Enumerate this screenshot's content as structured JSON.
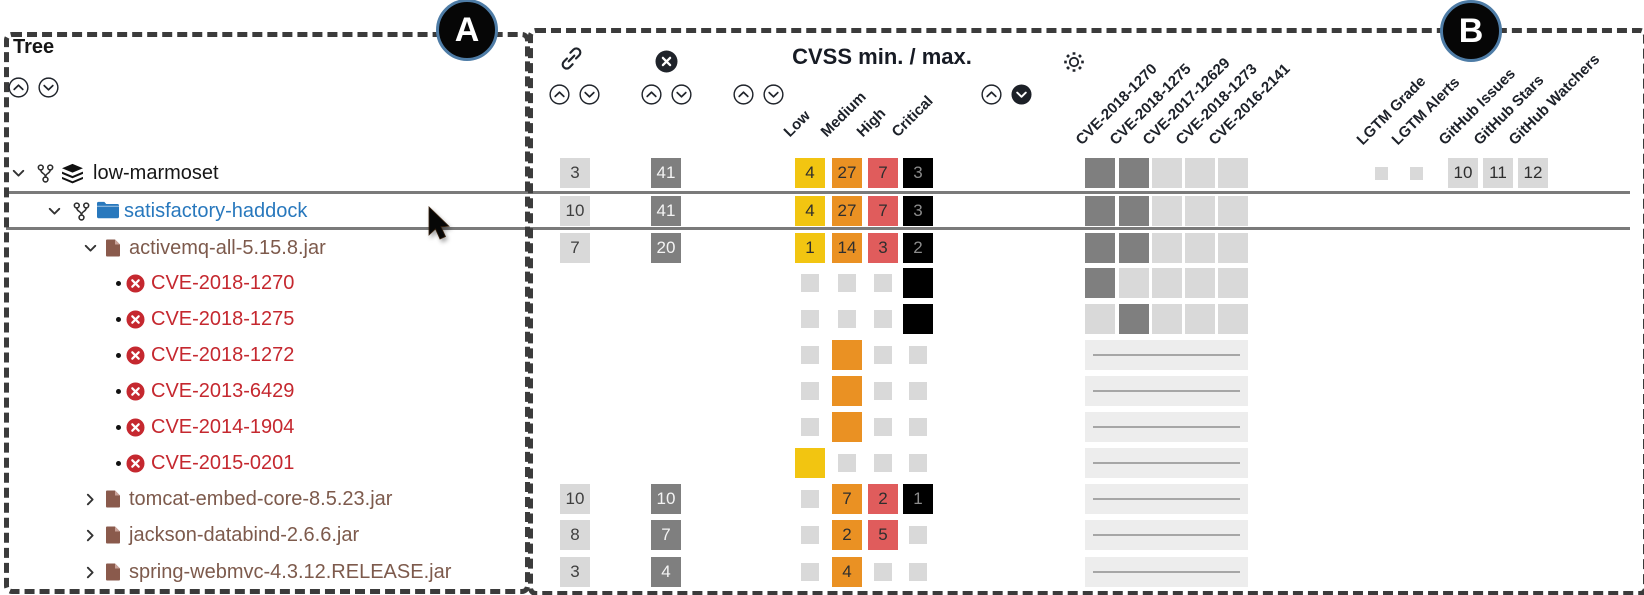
{
  "badges": {
    "a": "A",
    "b": "B"
  },
  "tree": {
    "title": "Tree",
    "items": [
      {
        "label": "low-marmoset",
        "type": "project",
        "level": 0,
        "state": "expanded"
      },
      {
        "label": "satisfactory-haddock",
        "type": "folder",
        "level": 1,
        "state": "expanded",
        "highlighted": true
      },
      {
        "label": "activemq-all-5.15.8.jar",
        "type": "jar",
        "level": 2,
        "state": "expanded"
      },
      {
        "label": "CVE-2018-1270",
        "type": "cve",
        "level": 3
      },
      {
        "label": "CVE-2018-1275",
        "type": "cve",
        "level": 3
      },
      {
        "label": "CVE-2018-1272",
        "type": "cve",
        "level": 3
      },
      {
        "label": "CVE-2013-6429",
        "type": "cve",
        "level": 3
      },
      {
        "label": "CVE-2014-1904",
        "type": "cve",
        "level": 3
      },
      {
        "label": "CVE-2015-0201",
        "type": "cve",
        "level": 3
      },
      {
        "label": "tomcat-embed-core-8.5.23.jar",
        "type": "jar",
        "level": 2,
        "state": "collapsed"
      },
      {
        "label": "jackson-databind-2.6.6.jar",
        "type": "jar",
        "level": 2,
        "state": "collapsed"
      },
      {
        "label": "spring-webmvc-4.3.12.RELEASE.jar",
        "type": "jar",
        "level": 2,
        "state": "collapsed"
      }
    ]
  },
  "table": {
    "cvss_title": "CVSS min. / max.",
    "header_icons": [
      "link-icon",
      "dismiss-circle-icon",
      "gear-icon"
    ],
    "severity_columns": [
      "Low",
      "Medium",
      "High",
      "Critical"
    ],
    "cve_columns": [
      "CVE-2018-1270",
      "CVE-2018-1275",
      "CVE-2017-12629",
      "CVE-2018-1273",
      "CVE-2016-2141"
    ],
    "meta_columns": [
      "LGTM Grade",
      "LGTM Alerts",
      "GitHub Issues",
      "GitHub Stars",
      "GitHub Watchers"
    ],
    "sorting": {
      "tree_pair": [
        "up",
        "down"
      ],
      "table_pairs": [
        {
          "column": "links"
        },
        {
          "column": "vulnerabilities"
        },
        {
          "column": "cvss-min"
        },
        {
          "column": "cvss-max",
          "active": "down"
        }
      ]
    },
    "rows": [
      {
        "links": "3",
        "vulns": "41",
        "severities": [
          "4",
          "27",
          "7",
          "3"
        ],
        "matrix": [
          "dark",
          "dark",
          "light",
          "light",
          "light"
        ],
        "lgtm": [
          "blank",
          "blank"
        ],
        "github": [
          "10",
          "11",
          "12"
        ],
        "separator_after": true
      },
      {
        "links": "10",
        "vulns": "41",
        "severities": [
          "4",
          "27",
          "7",
          "3"
        ],
        "matrix": [
          "dark",
          "dark",
          "light",
          "light",
          "light"
        ],
        "separator_after": true
      },
      {
        "links": "7",
        "vulns": "20",
        "severities": [
          "1",
          "14",
          "3",
          "2"
        ],
        "matrix": [
          "dark",
          "dark",
          "light",
          "light",
          "light"
        ]
      },
      {
        "severities": [
          "dot",
          "dot",
          "dot",
          "marker"
        ],
        "matrix": [
          "dark",
          "light",
          "light",
          "light",
          "light"
        ]
      },
      {
        "severities": [
          "dot",
          "dot",
          "dot",
          "marker"
        ],
        "matrix": [
          "light",
          "dark",
          "light",
          "light",
          "light"
        ]
      },
      {
        "severities": [
          "dot",
          "marker",
          "dot",
          "dot"
        ],
        "matrix": "bar"
      },
      {
        "severities": [
          "dot",
          "marker",
          "dot",
          "dot"
        ],
        "matrix": "bar"
      },
      {
        "severities": [
          "dot",
          "marker",
          "dot",
          "dot"
        ],
        "matrix": "bar"
      },
      {
        "severities": [
          "marker",
          "dot",
          "dot",
          "dot"
        ],
        "matrix": "bar"
      },
      {
        "links": "10",
        "vulns": "10",
        "severities": [
          "dot",
          "7",
          "2",
          "1"
        ],
        "matrix": "bar"
      },
      {
        "links": "8",
        "vulns": "7",
        "severities": [
          "dot",
          "2",
          "5",
          "dot"
        ],
        "matrix": "bar"
      },
      {
        "links": "3",
        "vulns": "4",
        "severities": [
          "dot",
          "4",
          "dot",
          "dot"
        ],
        "matrix": "bar"
      }
    ]
  },
  "colors": {
    "severity_low": "#f2c511",
    "severity_medium": "#ea9123",
    "severity_high": "#e05c5c",
    "severity_critical": "#000000",
    "box_light": "#d9d9d9",
    "box_dark": "#7f7f7f",
    "matrix_dark": "#7f7f7f",
    "matrix_light": "#d9d9d9",
    "bar_background": "#ededed",
    "bar_line": "#a6a6a6",
    "cve_red": "#c5282f",
    "selected_blue": "#2878bd",
    "jar_brown": "#7d5a4c",
    "badge_ring": "#4e7ca6"
  }
}
